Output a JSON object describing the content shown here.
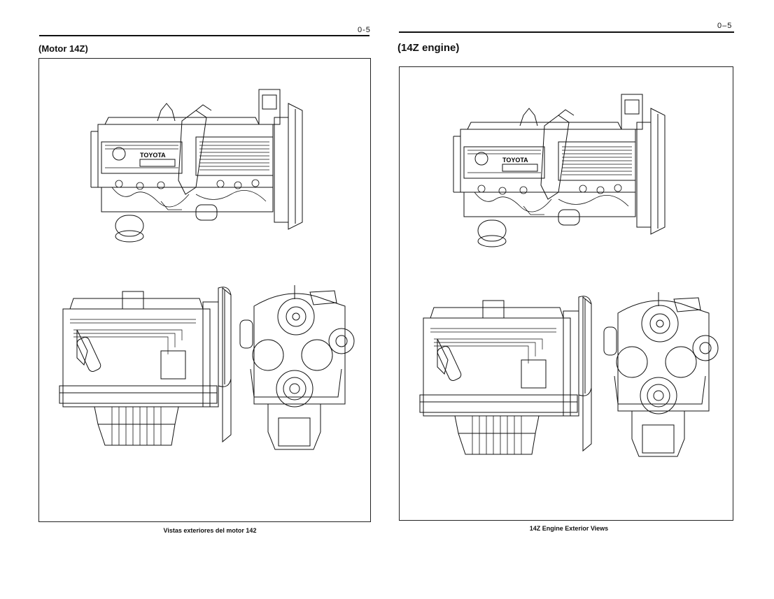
{
  "left_page": {
    "page_number": "0-5",
    "title": "(Motor 14Z)",
    "caption": "Vistas exteriores del motor 142",
    "engine_logo": "TOYOTA"
  },
  "right_page": {
    "page_number": "0–5",
    "title": "(14Z engine)",
    "caption": "14Z Engine Exterior Views",
    "engine_logo": "TOYOTA"
  }
}
